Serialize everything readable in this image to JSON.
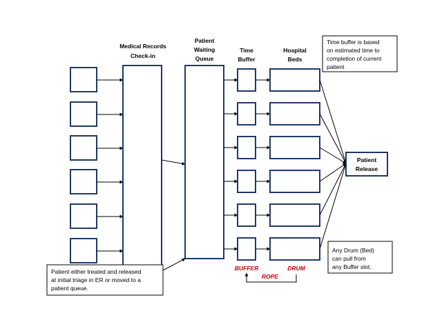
{
  "headers": {
    "records": [
      "Medical Records",
      "Check-in"
    ],
    "queue": [
      "Patient",
      "Waiting",
      "Queue"
    ],
    "buffer": [
      "Time",
      "Buffer"
    ],
    "beds": [
      "Hospital",
      "Beds"
    ]
  },
  "release": [
    "Patient",
    "Release"
  ],
  "notes": {
    "time_buffer": [
      "Time buffer is based",
      "on estimated time to",
      "completion of current",
      "patient"
    ],
    "drum": [
      "Any Drum (Bed)",
      "can pull from",
      "any Buffer slot."
    ],
    "triage": [
      "Patient either treated and released",
      "at initial triage in ER or moved to a",
      "patient queue."
    ]
  },
  "labels": {
    "buffer": "BUFFER",
    "drum": "DRUM",
    "rope": "ROPE"
  },
  "colors": {
    "box_border": "#1f3864",
    "label_red": "#cc0000"
  }
}
